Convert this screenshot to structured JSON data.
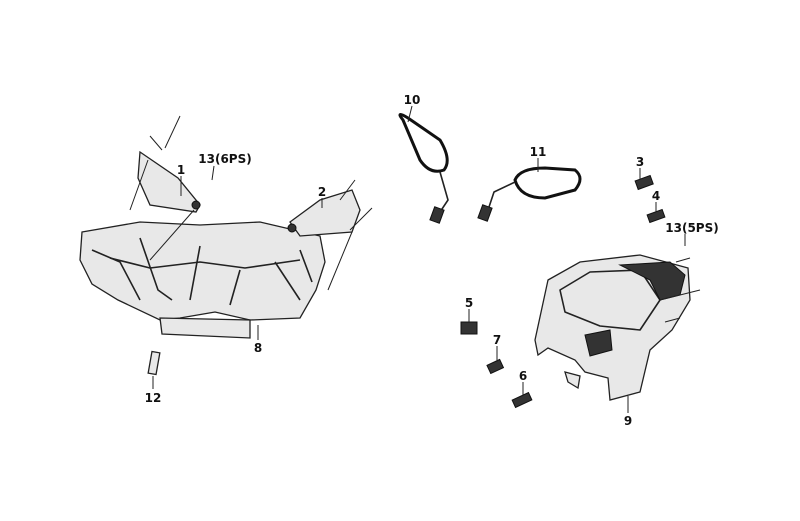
{
  "diagram": {
    "labels": {
      "p1": "1",
      "p2": "2",
      "p3": "3",
      "p4": "4",
      "p5": "5",
      "p6": "6",
      "p7": "7",
      "p8": "8",
      "p9": "9",
      "p10": "10",
      "p11": "11",
      "p12": "12",
      "p13a": "13(6PS)",
      "p13b": "13(5PS)"
    }
  }
}
